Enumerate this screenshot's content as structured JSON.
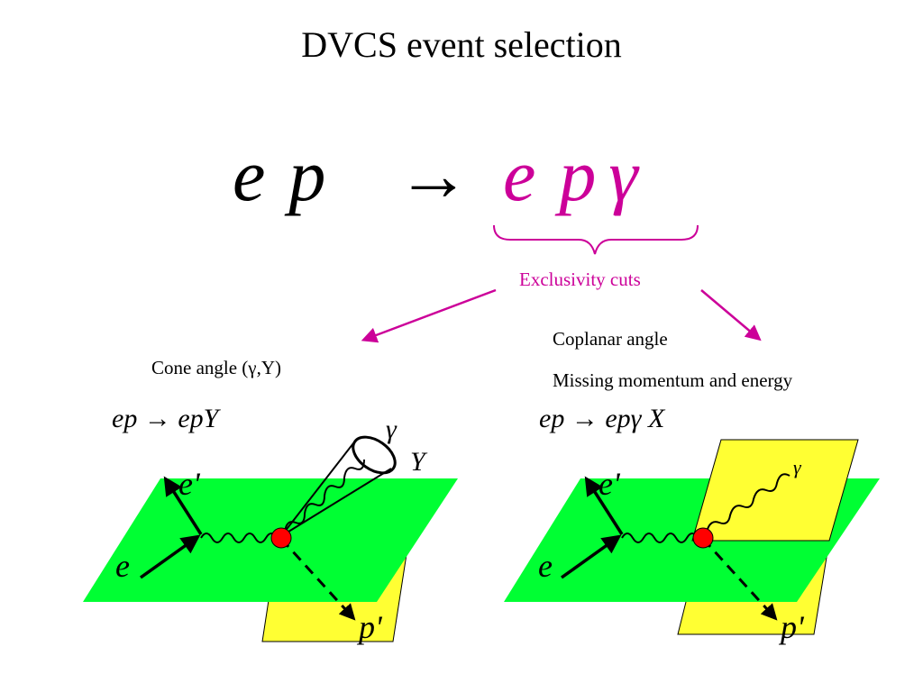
{
  "slide": {
    "title": "DVCS event selection",
    "equation": {
      "lhs_e": "e",
      "lhs_p": "p",
      "arrow": "→",
      "rhs_e": "e",
      "rhs_p": "p",
      "rhs_gamma": "γ"
    },
    "exclusivity_label": "Exclusivity cuts",
    "left_panel": {
      "cut_label": "Cone angle (γ,Y)",
      "reaction_lhs": "ep",
      "reaction_arrow": "→",
      "reaction_rhs": "epY",
      "e_label": "e",
      "eprime_label": "e'",
      "pprime_label": "p'",
      "gamma_label": "γ",
      "y_label": "Y"
    },
    "right_panel": {
      "cut_label_1": "Coplanar angle",
      "cut_label_2": "Missing momentum and energy",
      "reaction_lhs": "ep",
      "reaction_arrow": "→",
      "reaction_rhs": "epγ X",
      "e_label": "e",
      "eprime_label": "e'",
      "pprime_label": "p'",
      "gamma_label": "γ"
    },
    "colors": {
      "accent": "#cc0099",
      "plane_green": "#00ff33",
      "plane_yellow": "#ffff33",
      "vertex_red": "#ff0000"
    }
  }
}
